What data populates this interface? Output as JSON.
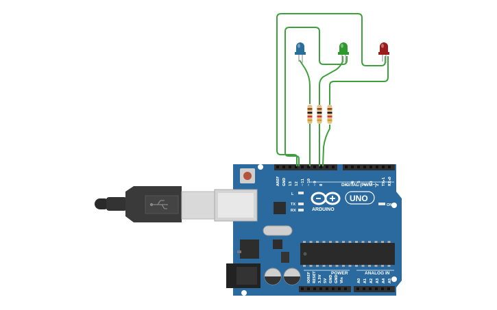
{
  "board": {
    "logo_text": "ARDUINO",
    "model": "UNO",
    "on_label": "ON",
    "digital_label": "DIGITAL (PWM~)",
    "power_label": "POWER",
    "analog_label": "ANALOG IN",
    "led_labels": [
      "L",
      "TX",
      "RX"
    ],
    "top_left_pins": [
      "AREF",
      "GND",
      "13",
      "12",
      "~11",
      "~10",
      "~9",
      "8"
    ],
    "top_right_pins": [
      "7",
      "~6",
      "~5",
      "4",
      "~3",
      "2",
      "TX▸1",
      "RX◂0"
    ],
    "power_pins": [
      "IOREF",
      "RESET",
      "3.3V",
      "5V",
      "GND",
      "GND",
      "Vin"
    ],
    "analog_pins": [
      "A0",
      "A1",
      "A2",
      "A3",
      "A4",
      "A5"
    ],
    "colors": {
      "board": "#2b6a9e",
      "wire": "#3ca13c",
      "header": "#2f2f2f"
    }
  },
  "leds": [
    {
      "name": "blue",
      "color": "#2a6f9c"
    },
    {
      "name": "green",
      "color": "#2e9a2e"
    },
    {
      "name": "red",
      "color": "#9b1c1c"
    }
  ],
  "resistor_count": 3
}
